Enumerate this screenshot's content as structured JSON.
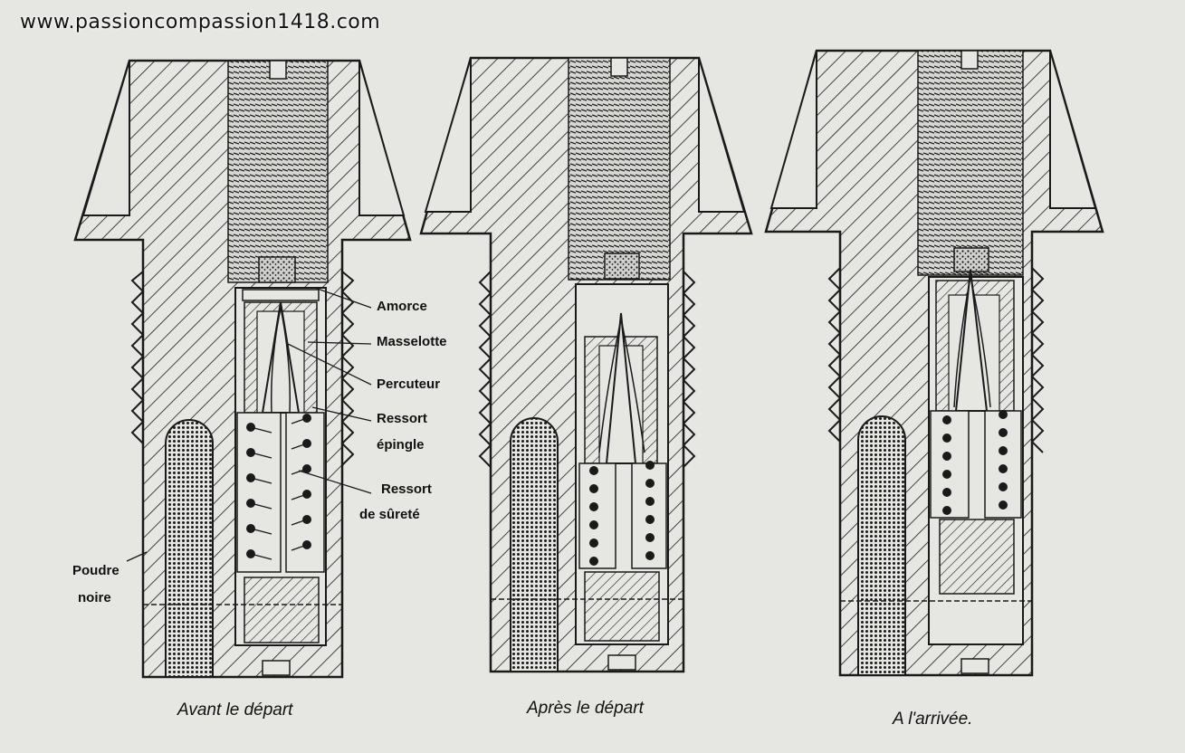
{
  "watermark": "www.passioncompassion1418.com",
  "labels": {
    "amorce": "Amorce",
    "masselotte": "Masselotte",
    "percuteur": "Percuteur",
    "ressort_epingle_1": "Ressort",
    "ressort_epingle_2": "épingle",
    "ressort_surete_1": "Ressort",
    "ressort_surete_2": "de sûreté",
    "poudre_1": "Poudre",
    "poudre_2": "noire"
  },
  "captions": {
    "before": "Avant le départ",
    "after": "Après le départ",
    "arrival": "A l'arrivée."
  },
  "colors": {
    "paper": "#e6e6e3",
    "ink": "#1a1a1a"
  }
}
